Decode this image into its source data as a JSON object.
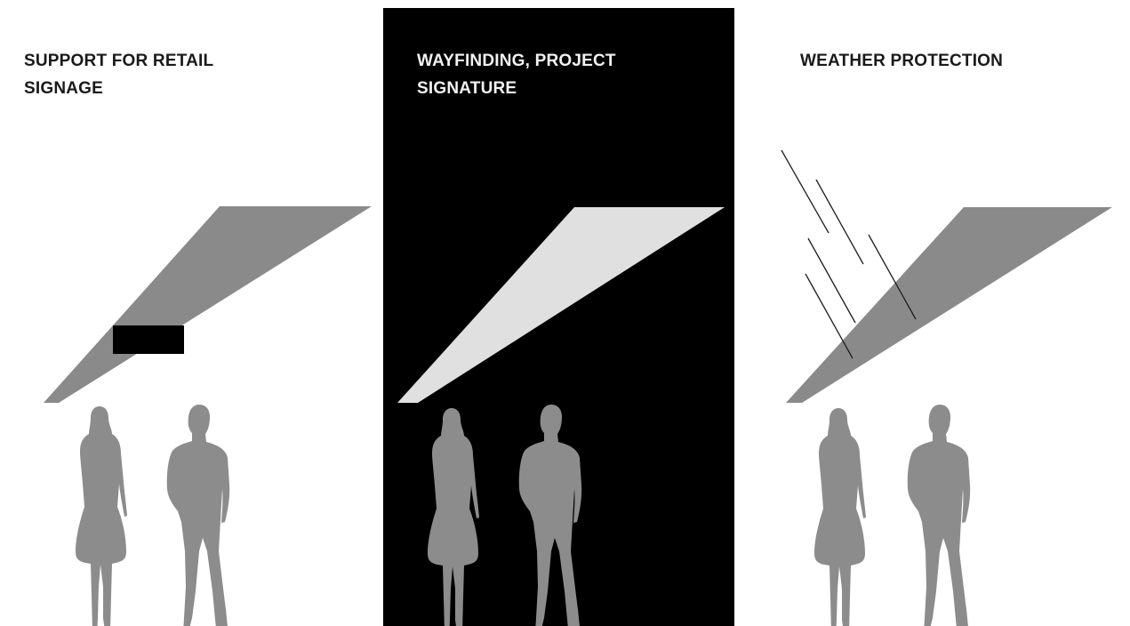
{
  "panels": [
    {
      "id": "retail",
      "title_lines": [
        "SUPPORT FOR RETAIL",
        "SIGNAGE"
      ],
      "canopy_color": "#8a8a8a",
      "figure_color": "#8c8c8c"
    },
    {
      "id": "wayfinding",
      "title_lines": [
        "WAYFINDING, PROJECT",
        "SIGNATURE"
      ],
      "background": "#000000",
      "canopy_color": "#e0e0e0",
      "figure_color": "#8c8c8c"
    },
    {
      "id": "weather",
      "title_lines": [
        "WEATHER PROTECTION"
      ],
      "canopy_color": "#8a8a8a",
      "figure_color": "#8c8c8c"
    }
  ]
}
